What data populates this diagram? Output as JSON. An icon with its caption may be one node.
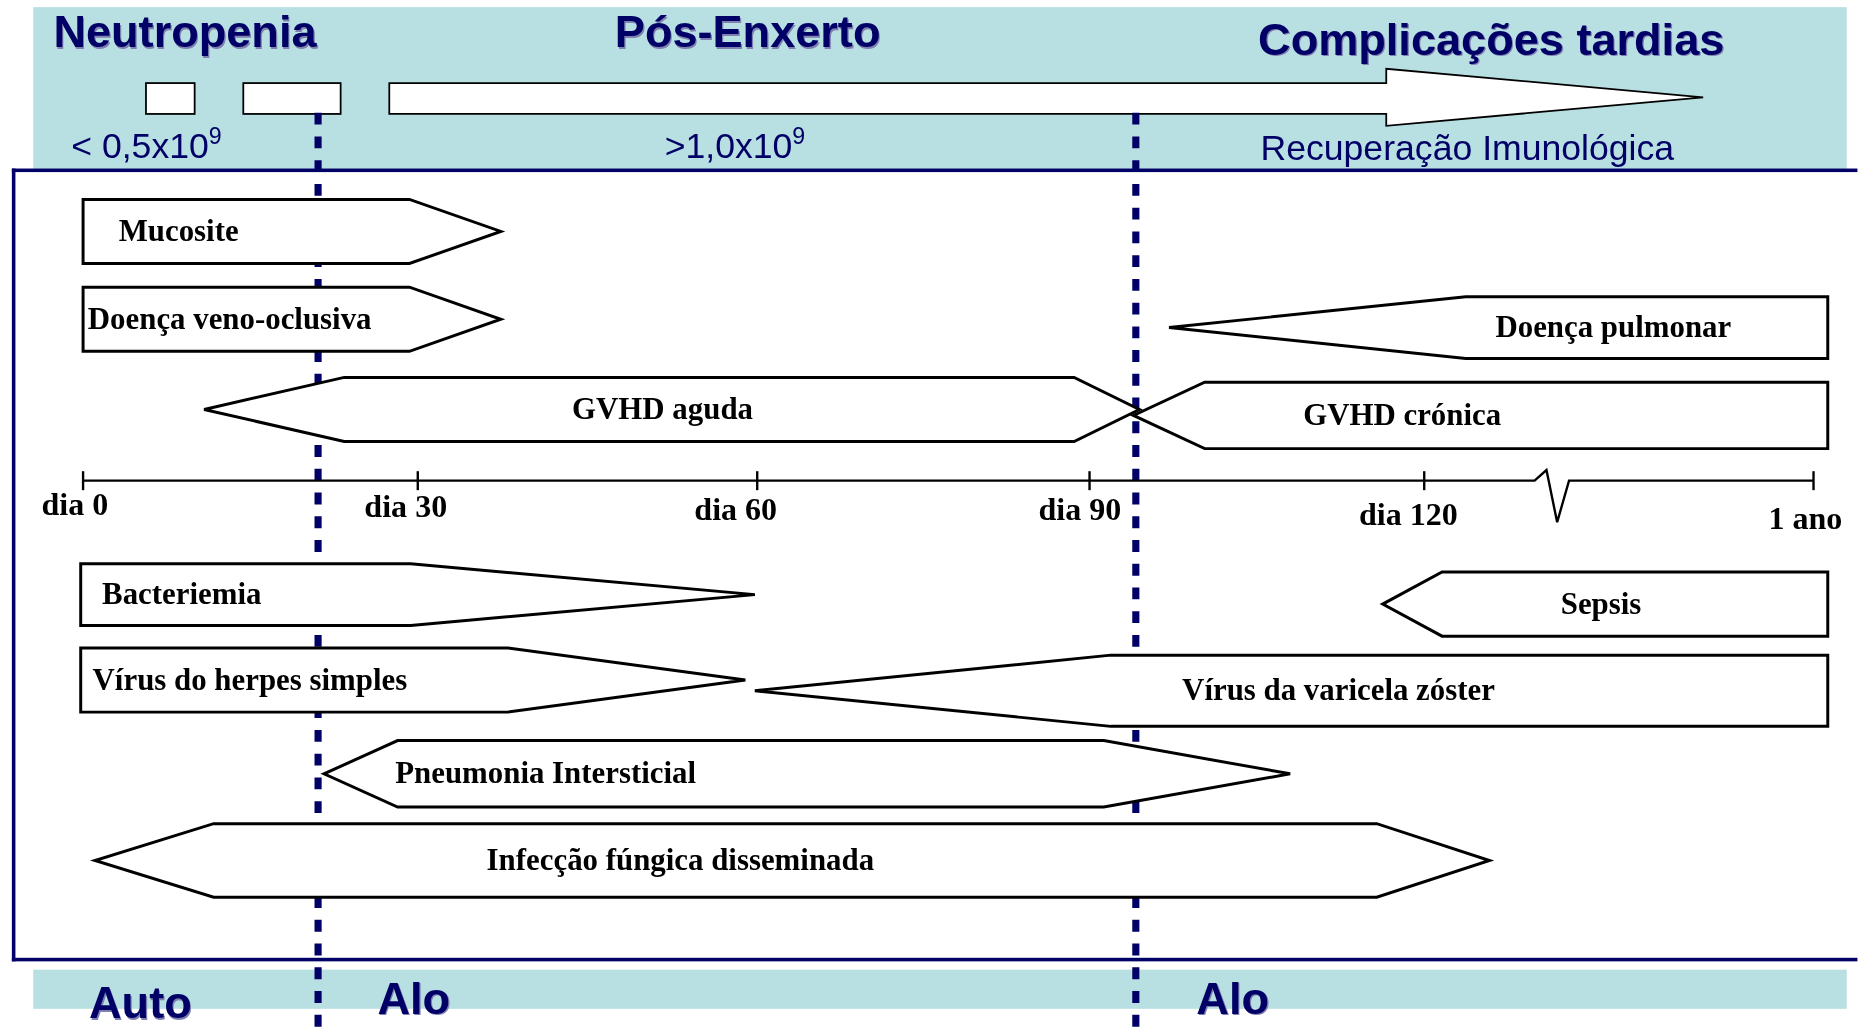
{
  "diagram": {
    "nodes": [
      {
        "text": [
          "Mucosite"
        ]
      },
      {
        "text": [
          "Doença veno-oclusiva"
        ]
      },
      {
        "text": [
          "Doença pulmonar"
        ]
      },
      {
        "text": [
          "GVHD aguda"
        ]
      },
      {
        "text": [
          "GVHD crónica"
        ]
      },
      {
        "text": [
          "Bacteriemia"
        ]
      },
      {
        "text": [
          "Sepsis"
        ]
      },
      {
        "text": [
          "Vírus do herpes simples"
        ]
      },
      {
        "text": [
          "Vírus da varicela zóster"
        ]
      },
      {
        "text": [
          "Pneumonia Intersticial"
        ]
      },
      {
        "text": [
          "Infecção fúngica disseminada"
        ]
      }
    ],
    "edges": [],
    "labels": [
      "Neutropenia",
      "Pós-Enxerto",
      "Complicações tardias",
      "< 0,5x10$^{9}$",
      ">1,0x10$^{9}$",
      "Recuperação Imunológica",
      "dia 0",
      "dia 30",
      "dia 60",
      "dia 90",
      "dia 120",
      "1 ano",
      "Auto",
      "Alo",
      "Alo"
    ]
  }
}
